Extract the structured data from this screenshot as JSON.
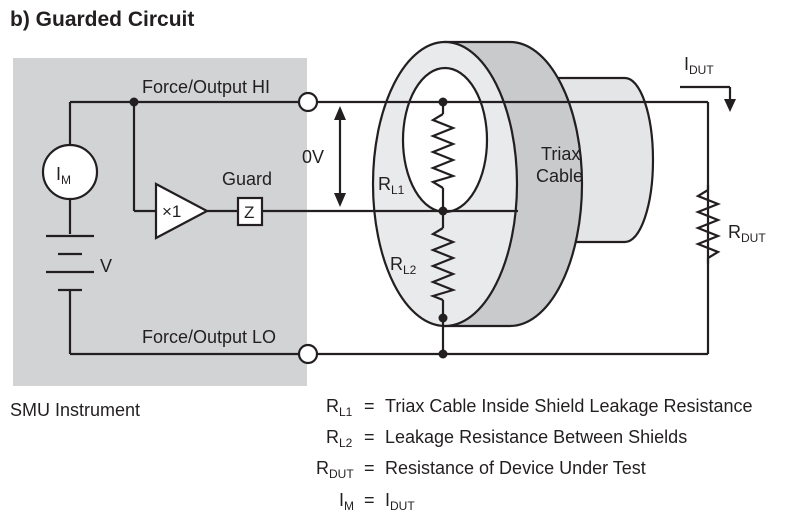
{
  "title": "b) Guarded Circuit",
  "instrument": {
    "name": "SMU Instrument",
    "force_hi": "Force/Output HI",
    "force_lo": "Force/Output LO",
    "guard": "Guard",
    "buffer": "×1",
    "impedance": "Z",
    "voltage": "V",
    "current_meter": {
      "main": "I",
      "sub": "M"
    }
  },
  "cable": {
    "name_line1": "Triax",
    "name_line2": "Cable",
    "zero_volt": "0V",
    "rl1": {
      "main": "R",
      "sub": "L1"
    },
    "rl2": {
      "main": "R",
      "sub": "L2"
    }
  },
  "device": {
    "current": {
      "main": "I",
      "sub": "DUT"
    },
    "resistor": {
      "main": "R",
      "sub": "DUT"
    }
  },
  "legend": [
    {
      "main": "R",
      "sub": "L1",
      "text": "Triax Cable Inside Shield Leakage Resistance"
    },
    {
      "main": "R",
      "sub": "L2",
      "text": "Leakage Resistance Between Shields"
    },
    {
      "main": "R",
      "sub": "DUT",
      "text": "Resistance of Device Under Test"
    },
    {
      "main": "I",
      "sub": "M",
      "text": "I",
      "text_sub": "DUT"
    }
  ],
  "equals": "="
}
